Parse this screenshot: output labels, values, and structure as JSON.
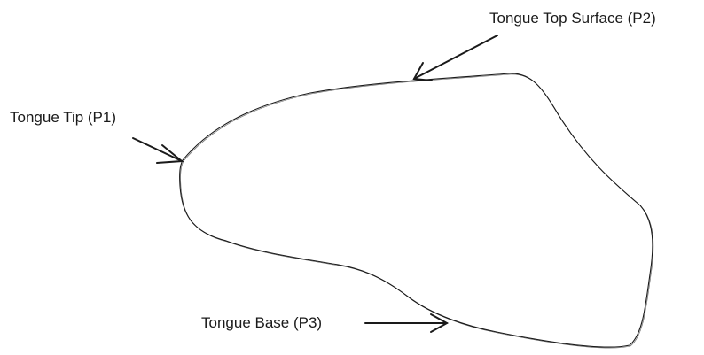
{
  "labels": {
    "tip": "Tongue Tip (P1)",
    "top_surface": "Tongue Top Surface (P2)",
    "base": "Tongue Base (P3)"
  },
  "colors": {
    "stroke": "#1a1a1a",
    "background": "#ffffff"
  }
}
